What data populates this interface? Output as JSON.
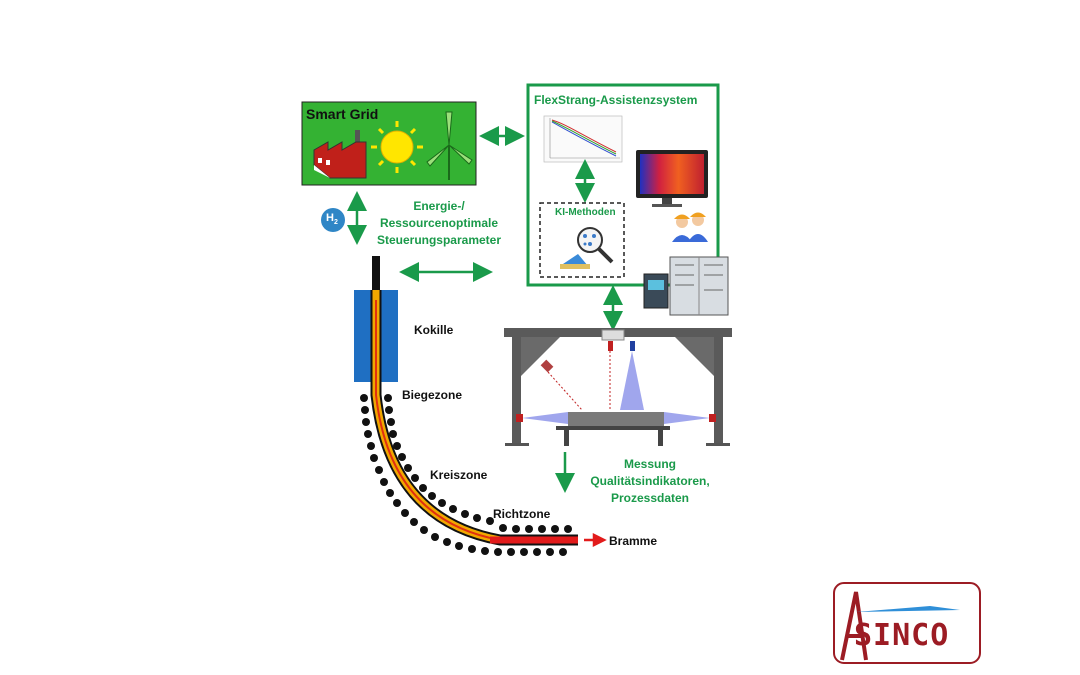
{
  "smart_grid": {
    "title": "Smart Grid"
  },
  "assistant": {
    "title": "FlexStrang-Assistenzsystem",
    "ki_title": "KI-Methoden"
  },
  "h2_badge": "H",
  "h2_sub": "2",
  "control_label": {
    "line1": "Energie-/",
    "line2": "Ressourcenoptimale",
    "line3": "Steuerungsparameter"
  },
  "measure_label": {
    "line1": "Messung",
    "line2": "Qualitätsindikatoren,",
    "line3": "Prozessdaten"
  },
  "caster": {
    "mold": "Kokille",
    "bend": "Biegezone",
    "circle": "Kreiszone",
    "straighten": "Richtzone",
    "slab": "Bramme"
  },
  "logo": {
    "text": "SINCO",
    "initial": "A"
  },
  "colors": {
    "green": "#1a9a4a",
    "grid_green": "#34b233",
    "mold_blue": "#1f6fc2",
    "slab_red": "#e21b1b",
    "logo_red": "#9c1c24",
    "logo_blue": "#2f8fd8"
  },
  "icons": [
    "factory-icon",
    "sun-icon",
    "wind-turbine-icon",
    "hydrogen-icon",
    "monitor-heatmap-icon",
    "operators-icon",
    "control-cabinet-icon",
    "magnifier-network-icon"
  ]
}
